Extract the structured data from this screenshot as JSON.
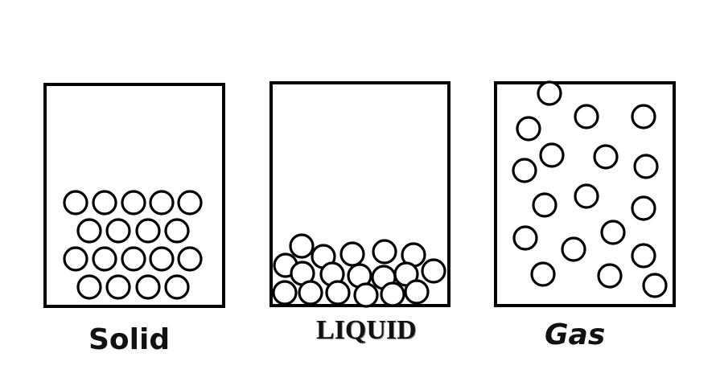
{
  "states": [
    {
      "key": "solid",
      "label": "Solid",
      "arrangement": "ordered-rows"
    },
    {
      "key": "liquid",
      "label": "LIQUID",
      "arrangement": "clustered-at-bottom"
    },
    {
      "key": "gas",
      "label": "Gas",
      "arrangement": "spread-out"
    }
  ],
  "colors": {
    "stroke": "#000000",
    "fill": "#ffffff",
    "background": "#ffffff"
  }
}
